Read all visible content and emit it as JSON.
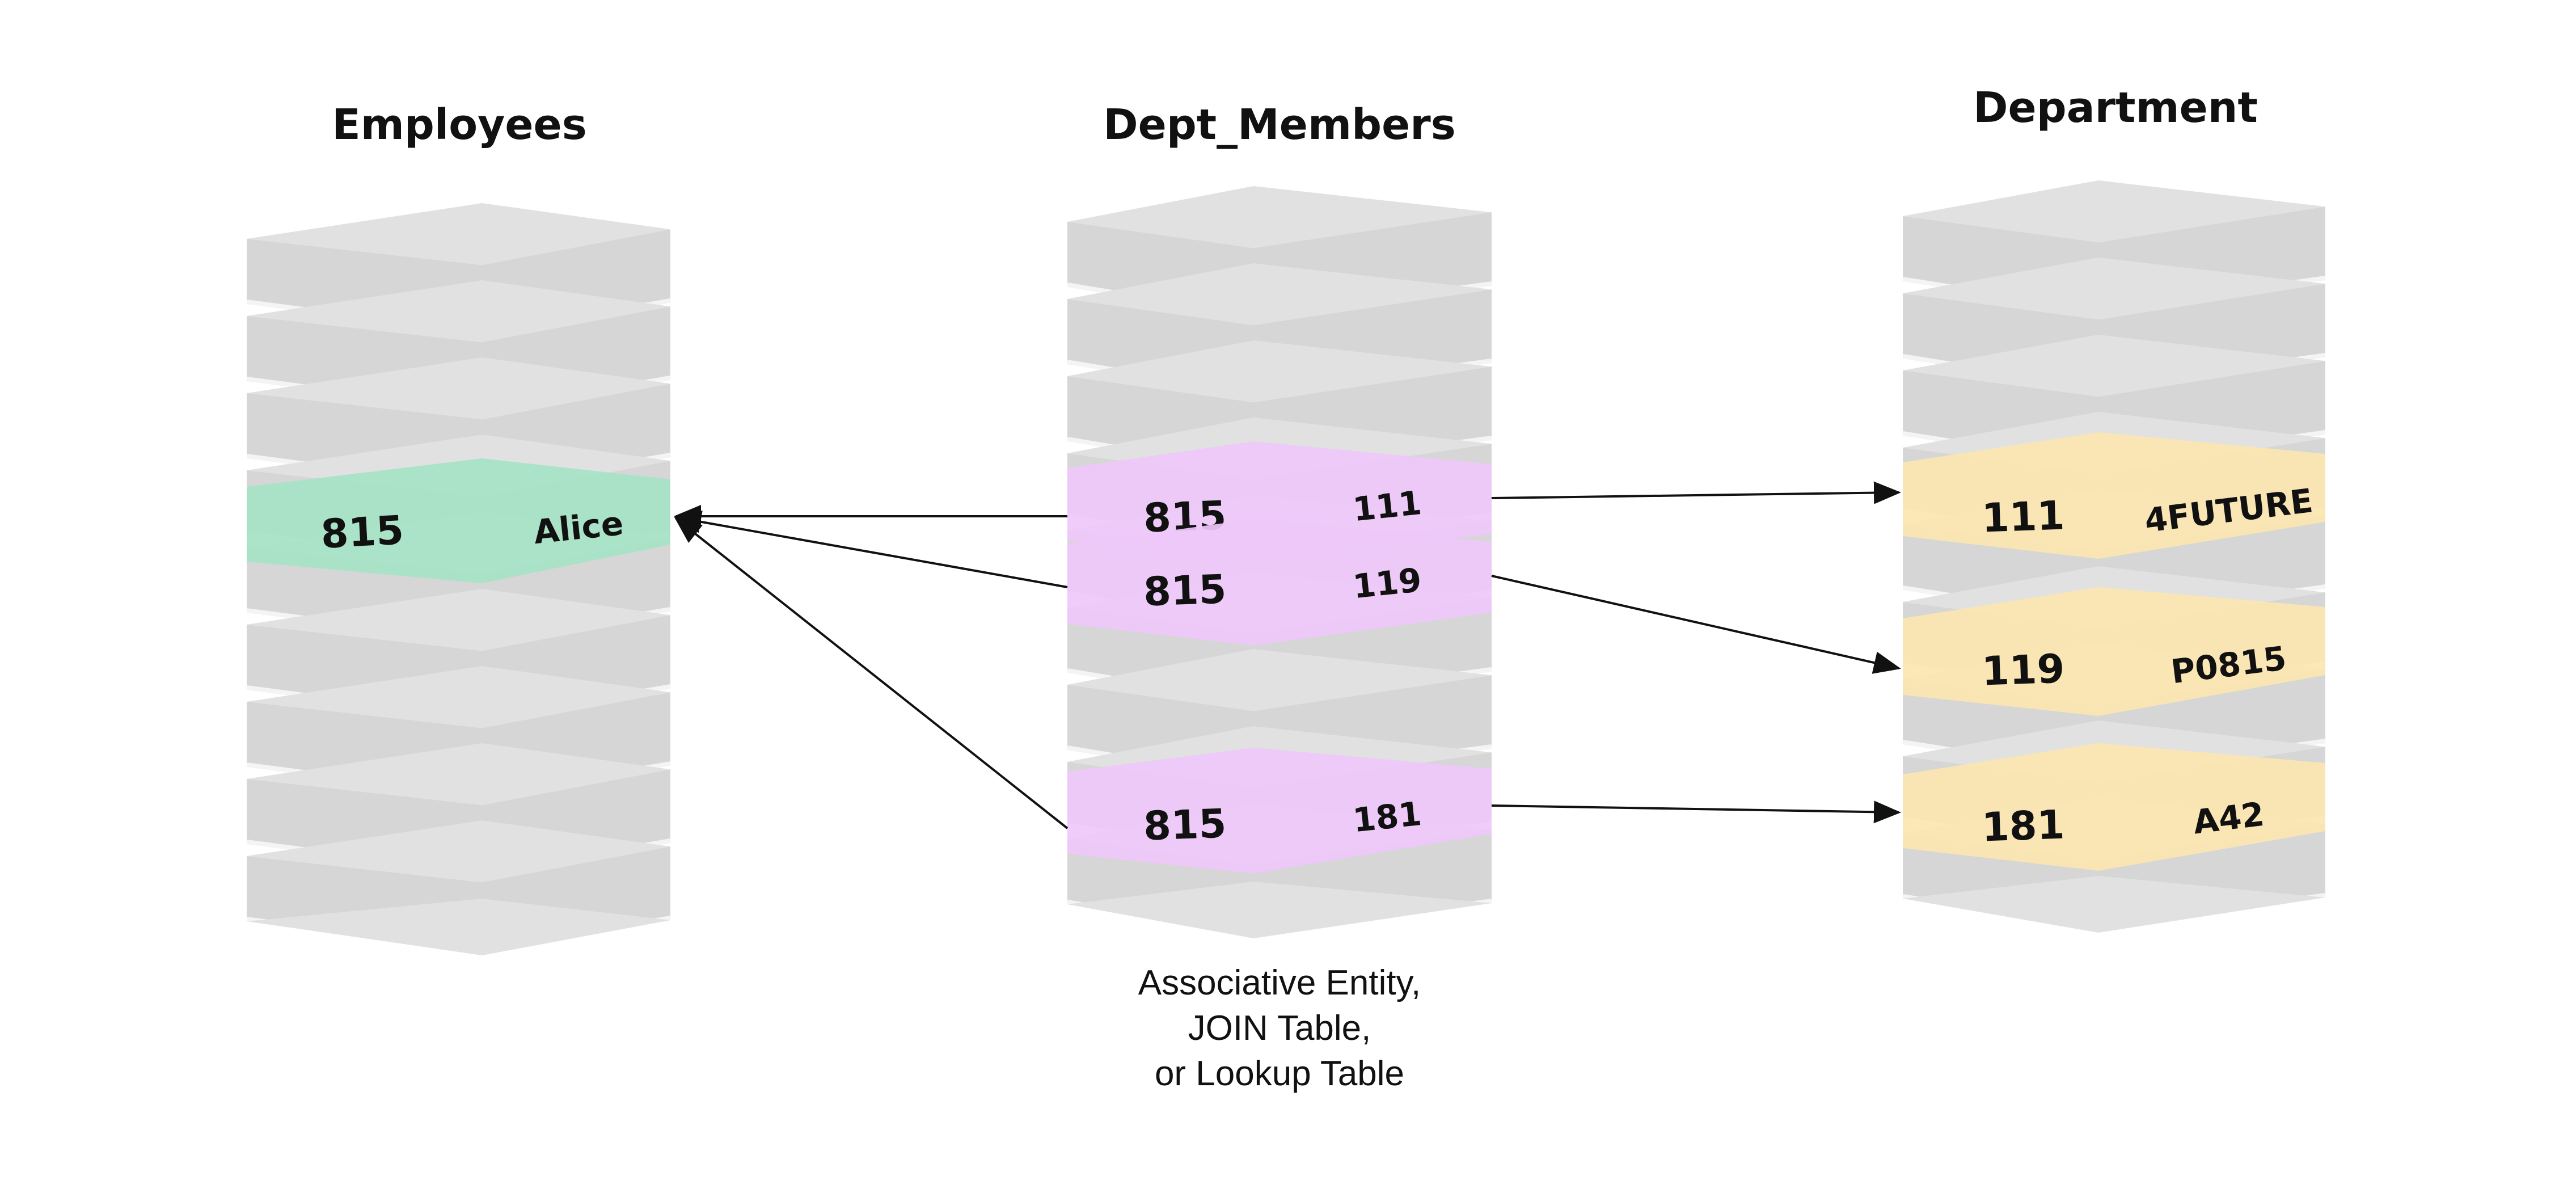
{
  "tables": [
    {
      "id": "employees",
      "title": "Employees",
      "rows": [
        {
          "key": "815",
          "value": "Alice",
          "highlight": "#a8e3c6"
        }
      ]
    },
    {
      "id": "dept-members",
      "title": "Dept_Members",
      "rows": [
        {
          "key": "815",
          "value": "111",
          "highlight": "#eec8f9"
        },
        {
          "key": "815",
          "value": "119",
          "highlight": "#eec8f9"
        },
        {
          "key": "815",
          "value": "181",
          "highlight": "#eec8f9"
        }
      ]
    },
    {
      "id": "department",
      "title": "Department",
      "rows": [
        {
          "key": "111",
          "value": "4FUTURE",
          "highlight": "#fbe6b0"
        },
        {
          "key": "119",
          "value": "P0815",
          "highlight": "#fbe6b0"
        },
        {
          "key": "181",
          "value": "A42",
          "highlight": "#fbe6b0"
        }
      ]
    }
  ],
  "caption": [
    "Associative Entity,",
    "JOIN Table,",
    "or Lookup Table"
  ],
  "colors": {
    "layer": "#d6d6d6",
    "arrow": "#111111"
  }
}
